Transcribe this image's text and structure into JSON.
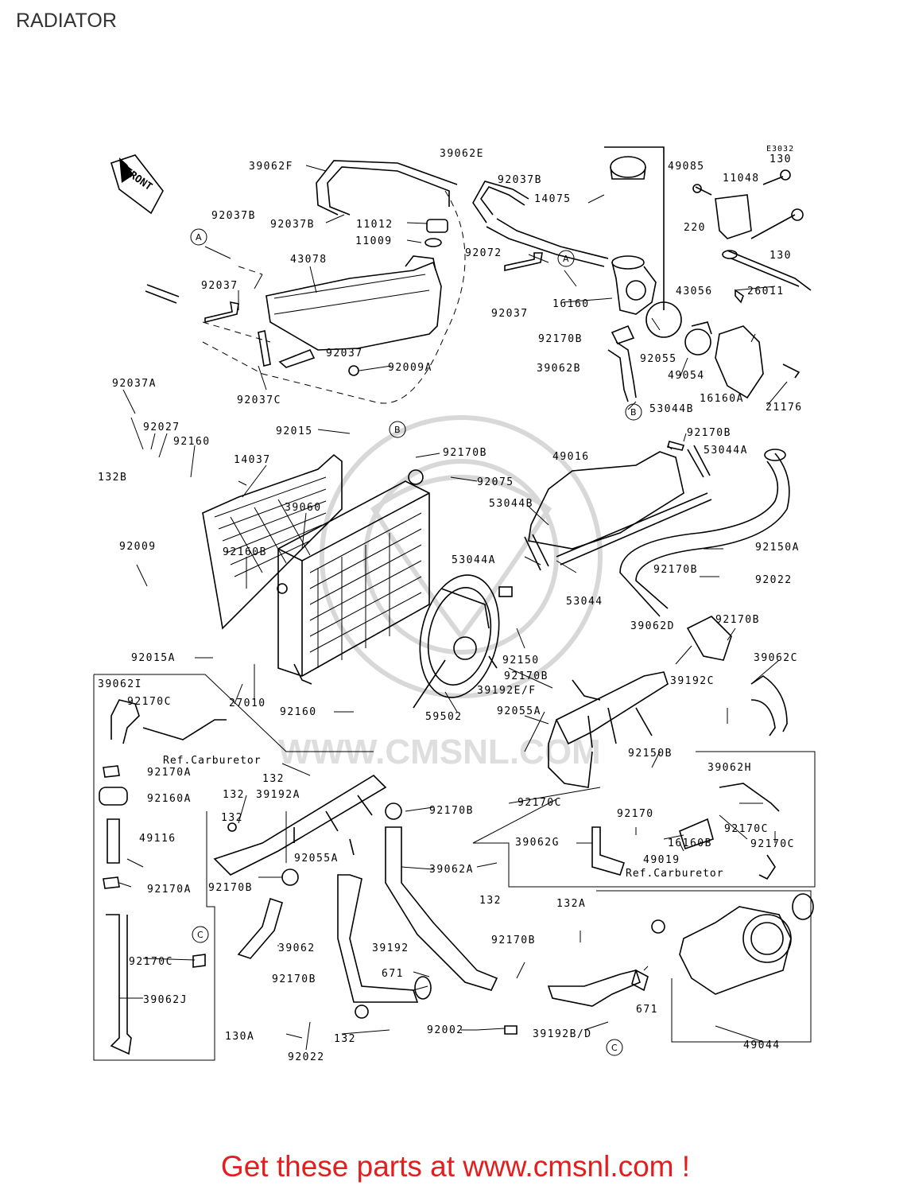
{
  "title": "RADIATOR",
  "footer": "Get these parts at www.cmsnl.com !",
  "diagram_code": "E3032",
  "front_label": "FRONT",
  "watermark_text": "WWW.CMSNL.COM",
  "ref_notes": [
    "Ref.Carburetor",
    "Ref.Carburetor"
  ],
  "callout_letters": [
    "A",
    "A",
    "B",
    "B",
    "C",
    "C"
  ],
  "part_labels": [
    "39062F",
    "39062E",
    "92037B",
    "14075",
    "49085",
    "11048",
    "130",
    "92037B",
    "92037B",
    "11012",
    "220",
    "11009",
    "92072",
    "130",
    "43078",
    "92037",
    "16160",
    "43056",
    "26011",
    "92037",
    "92037",
    "92170B",
    "92055",
    "92009A",
    "39062B",
    "49054",
    "16160A",
    "92037C",
    "21176",
    "53044B",
    "92037A",
    "92170B",
    "92027",
    "92015",
    "92160",
    "92170B",
    "49016",
    "53044A",
    "132B",
    "14037",
    "92075",
    "53044B",
    "39060",
    "92009",
    "92160B",
    "53044A",
    "92150A",
    "92170B",
    "92022",
    "53044",
    "39062D",
    "92170B",
    "92015A",
    "92150",
    "92170B",
    "39062C",
    "39192E/F",
    "39192C",
    "39062I",
    "92170C",
    "27010",
    "92160",
    "59502",
    "92055A",
    "132",
    "Ref.Carburetor",
    "92150B",
    "92170A",
    "132",
    "39062H",
    "92160A",
    "132",
    "39192A",
    "92170B",
    "92170C",
    "92170",
    "92170C",
    "49116",
    "39062G",
    "16160B",
    "92170C",
    "92055A",
    "49019",
    "92170B",
    "92170A",
    "39062A",
    "132",
    "132A",
    "39062",
    "39192",
    "92170C",
    "92170B",
    "92170B",
    "671",
    "671",
    "39062J",
    "130A",
    "132",
    "92002",
    "39192B/D",
    "49044",
    "92022"
  ]
}
